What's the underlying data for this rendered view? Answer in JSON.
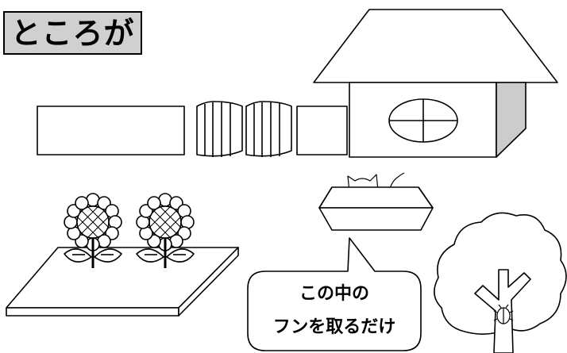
{
  "title": "ところが",
  "speech_bubble": {
    "line1": "この中の",
    "line2": "フンを取るだけ"
  },
  "icons": [
    "house",
    "pipe-segments",
    "cat",
    "litter-box",
    "sunflower",
    "flower-bed",
    "tree",
    "beetle"
  ],
  "colors": {
    "title_bg": "#d0d0d0",
    "house_shadow": "#cccccc",
    "outline": "#000000"
  }
}
